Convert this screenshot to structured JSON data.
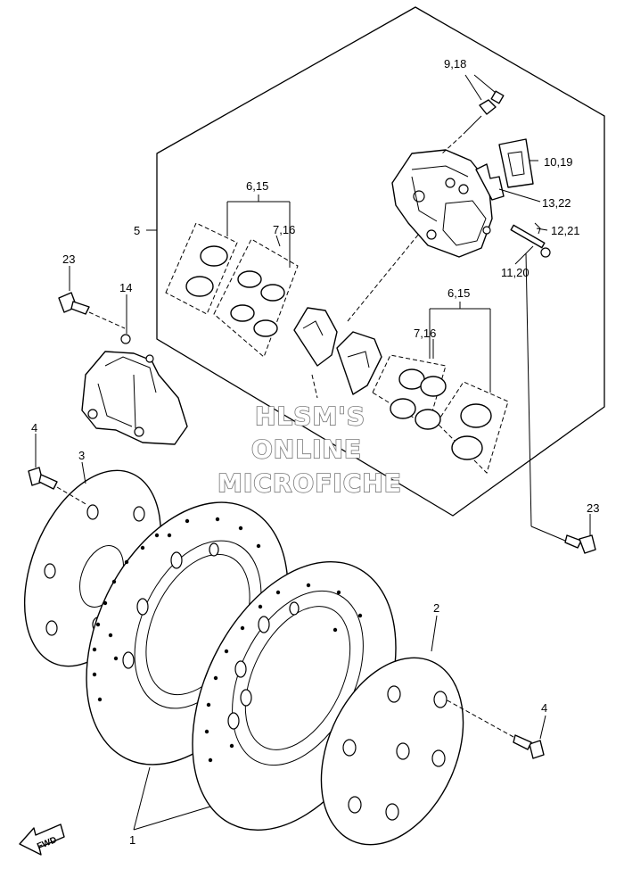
{
  "diagram": {
    "callouts": {
      "c_9_18": "9,18",
      "c_10_19": "10,19",
      "c_13_22": "13,22",
      "c_12_21": "12,21",
      "c_11_20": "11,20",
      "c_6_15_top": "6,15",
      "c_7_16_top": "7,16",
      "c_5": "5",
      "c_23_left": "23",
      "c_14": "14",
      "c_6_15_mid": "6,15",
      "c_7_16_mid": "7,16",
      "c_4_left": "4",
      "c_3": "3",
      "c_23_right": "23",
      "c_2": "2",
      "c_4_right": "4",
      "c_1": "1"
    },
    "watermark": {
      "line1": "HLSM'S",
      "line2": "ONLINE",
      "line3": "MICROFICHE"
    },
    "direction_label": "FWD"
  }
}
